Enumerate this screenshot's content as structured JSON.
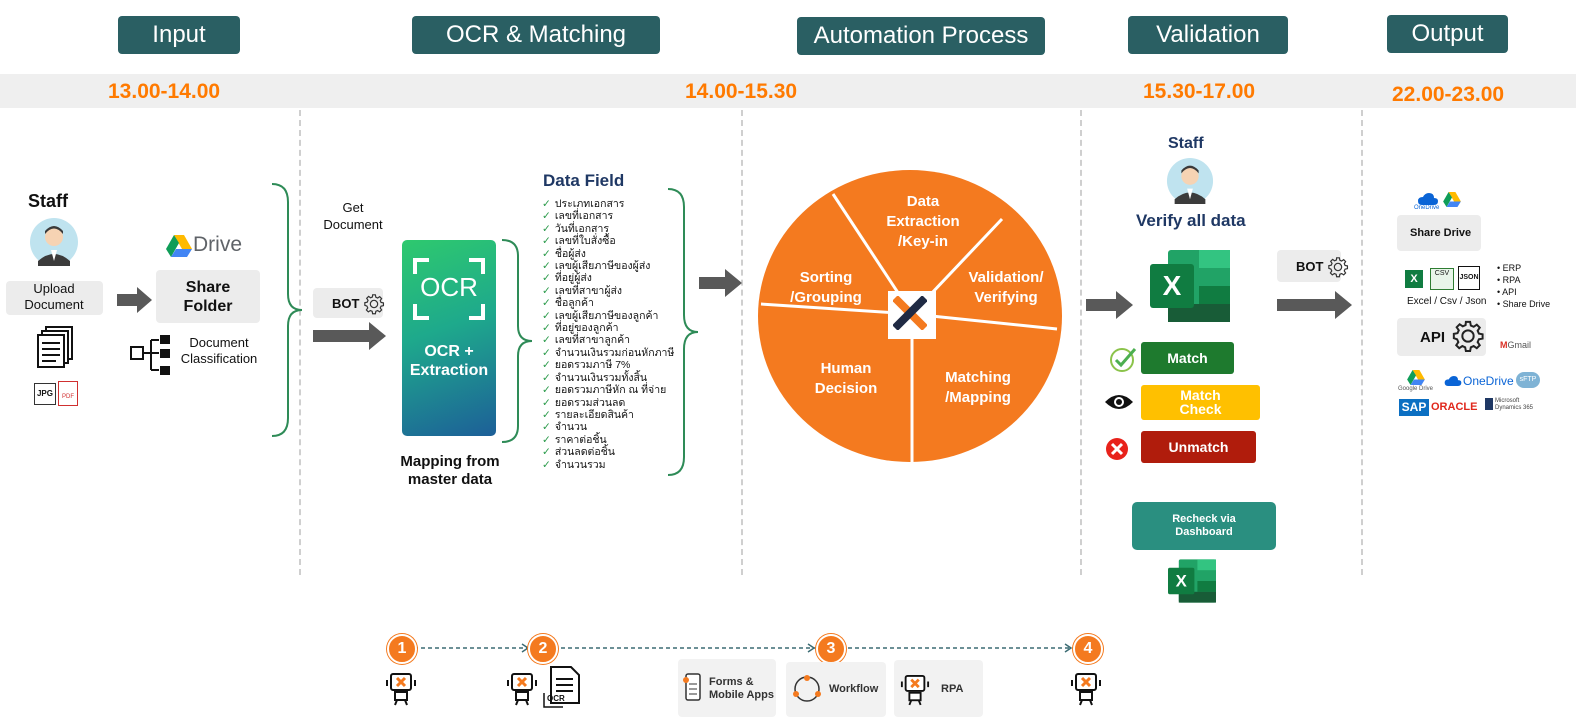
{
  "stages": [
    "Input",
    "OCR & Matching",
    "Automation Process",
    "Validation",
    "Output"
  ],
  "times": [
    "13.00-14.00",
    "14.00-15.30",
    "15.30-17.00",
    "22.00-23.00"
  ],
  "input": {
    "staff": "Staff",
    "upload": "Upload Document",
    "drive": "Drive",
    "share_folder": "Share Folder",
    "doc_class": "Document Classification",
    "jpg": "JPG",
    "pdf": "PDF"
  },
  "ocr": {
    "get_document": "Get Document",
    "bot": "BOT",
    "ocr_logo": "OCR",
    "ocr_extraction": "OCR + Extraction",
    "mapping": "Mapping from master data",
    "data_field_title": "Data Field",
    "fields": [
      "ประเภทเอกสาร",
      "เลขที่เอกสาร",
      "วันที่เอกสาร",
      "เลขที่ใบสั่งซื้อ",
      "ชื่อผู้ส่ง",
      "เลขผู้เสียภาษีของผู้ส่ง",
      "ที่อยู่ผู้ส่ง",
      "เลขที่สาขาผู้ส่ง",
      "ชื่อลูกค้า",
      "เลขผู้เสียภาษีของลูกค้า",
      "ที่อยู่ของลูกค้า",
      "เลขที่สาขาลูกค้า",
      "จำนวนเงินรวมก่อนหักภาษี",
      "ยอดรวมภาษี 7%",
      "จำนวนเงินรวมทั้งสิ้น",
      "ยอดรวมภาษีหัก ณ ที่จ่าย",
      "ยอดรวมส่วนลด",
      "รายละเอียดสินค้า",
      "จำนวน",
      "ราคาต่อชิ้น",
      "ส่วนลดต่อชิ้น",
      "จำนวนรวม"
    ]
  },
  "automation": {
    "segments": [
      "Data Extraction /Key-in",
      "Validation/ Verifying",
      "Matching /Mapping",
      "Human Decision",
      "Sorting /Grouping"
    ]
  },
  "validation": {
    "staff": "Staff",
    "verify": "Verify all data",
    "match": "Match",
    "match_check": "Match Check",
    "unmatch": "Unmatch",
    "recheck": "Recheck via Dashboard",
    "colors": {
      "match": "#1e7a2e",
      "check": "#ffc000",
      "unmatch": "#b01c0c"
    }
  },
  "output": {
    "onedrive": "OneDrive",
    "share_drive": "Share Drive",
    "formats": "Excel / Csv / Json",
    "csv": "CSV",
    "json": "JSON",
    "list": [
      "ERP",
      "RPA",
      "API",
      "Share Drive"
    ],
    "bot": "BOT",
    "api": "API",
    "gmail": "Gmail",
    "google_drive": "Google Drive",
    "onedrive2": "OneDrive",
    "sftp": "sFTP",
    "sap": "SAP",
    "oracle": "ORACLE",
    "dynamics": "Microsoft Dynamics 365"
  },
  "timeline": {
    "steps": [
      "1",
      "2",
      "3",
      "4"
    ],
    "ocr_tag": "OCR",
    "forms": "Forms & Mobile Apps",
    "workflow": "Workflow",
    "rpa": "RPA"
  }
}
